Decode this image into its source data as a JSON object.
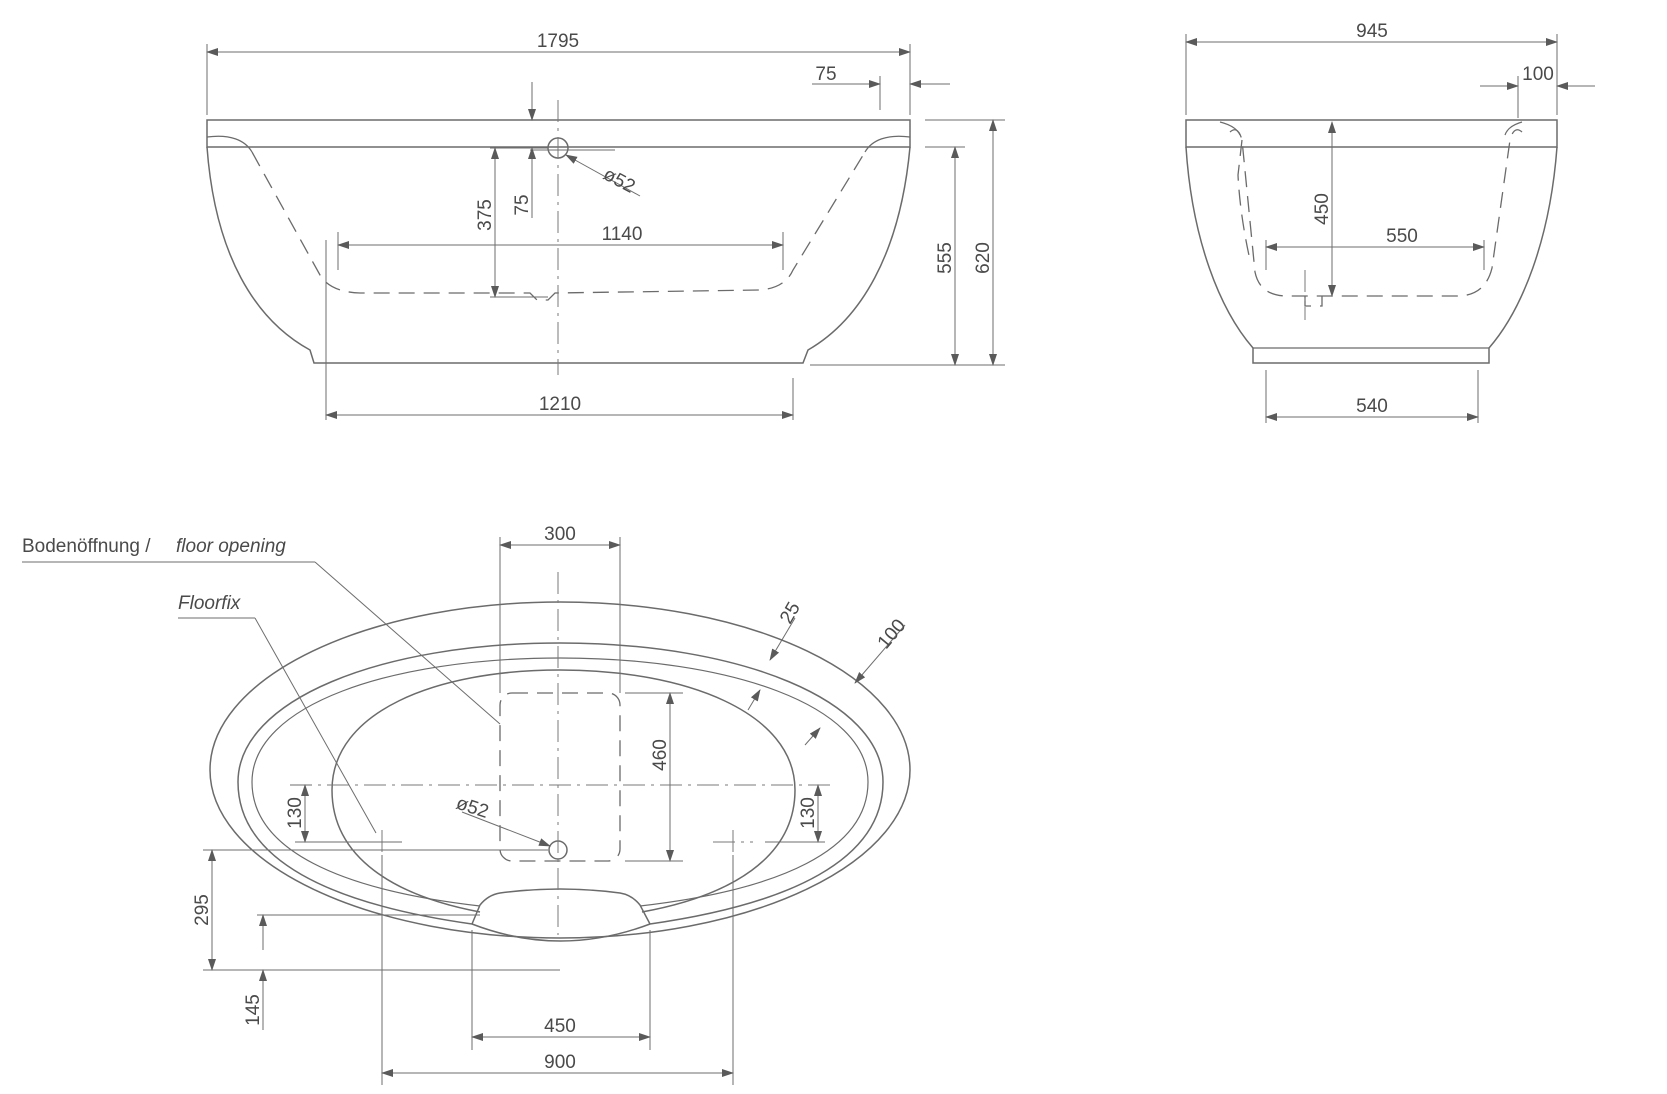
{
  "front_view": {
    "length": "1795",
    "rim_offset": "75",
    "overflow_height": "375",
    "overflow_offset": "75",
    "overflow_diameter": "ø52",
    "inner_length": "1140",
    "base_length": "1210",
    "inner_height": "555",
    "total_height": "620"
  },
  "side_view": {
    "width": "945",
    "rim_offset": "100",
    "inner_depth": "450",
    "inner_width": "550",
    "base_width": "540"
  },
  "top_view": {
    "label_floor_opening_de": "Bodenöffnung / ",
    "label_floor_opening_en": "floor opening",
    "label_floorfix": "Floorfix",
    "opening_width": "300",
    "opening_length": "460",
    "rim_width_1": "25",
    "rim_width_2": "100",
    "fix_offset_left": "130",
    "fix_offset_right": "130",
    "drain_diameter": "ø52",
    "drain_to_edge": "295",
    "recess_depth": "145",
    "recess_width": "450",
    "fix_spacing": "900"
  },
  "colors": {
    "line": "#6b6b6b",
    "text": "#4a4a4a",
    "background": "#ffffff"
  }
}
